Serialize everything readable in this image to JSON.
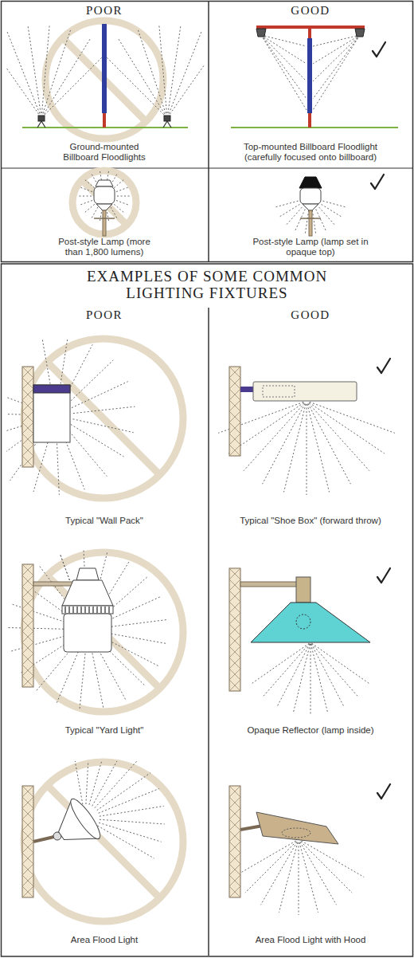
{
  "diagram": {
    "title": "EXAMPLES OF SOME COMMON LIGHTING FIXTURES",
    "labels": [
      "POOR",
      "GOOD",
      "Ground-mounted Billboard Floodlights",
      "Top-mounted Billboard Floodlight (carefully focused onto billboard)",
      "Post-style Lamp (more than 1,800 lumens)",
      "Post-style Lamp (lamp set in opaque top)",
      "POOR",
      "GOOD",
      "Typical \"Wall Pack\"",
      "Typical \"Shoe Box\" (forward throw)",
      "Typical \"Yard Light\"",
      "Opaque Reflector (lamp inside)",
      "Area Flood Light",
      "Area Flood Light with Hood"
    ]
  }
}
